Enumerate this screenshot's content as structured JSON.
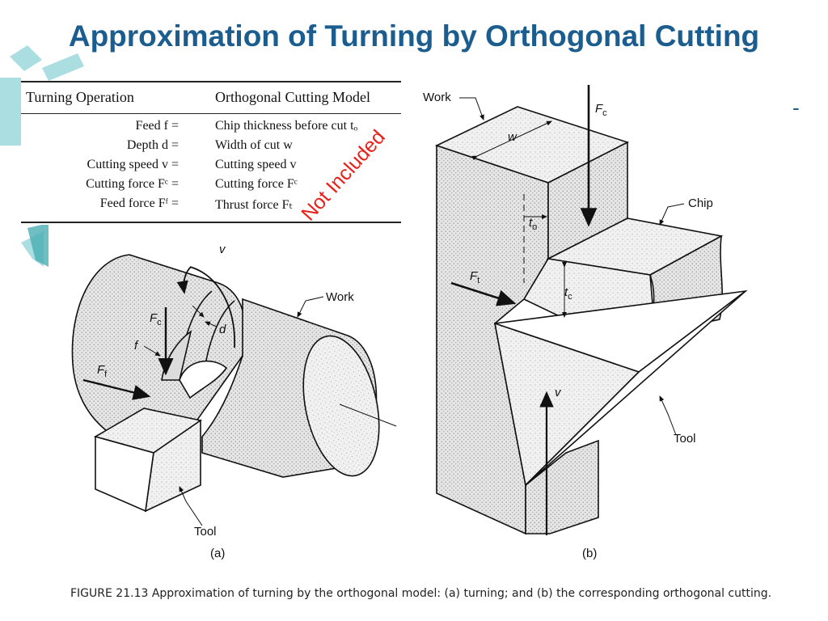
{
  "title": "Approximation of Turning by Orthogonal Cutting",
  "dash": "-",
  "table": {
    "col_left_header": "Turning Operation",
    "col_right_header": "Orthogonal Cutting Model",
    "rows": [
      {
        "left": "Feed f =",
        "right": "Chip thickness before cut tₒ"
      },
      {
        "left": "Depth d =",
        "right": "Width of cut w"
      },
      {
        "left": "Cutting speed v =",
        "right": "Cutting speed v"
      },
      {
        "left": "Cutting force Fᶜ =",
        "right": "Cutting force Fᶜ"
      },
      {
        "left": "Feed force Fᶠ =",
        "right": "Thrust force Fₜ"
      }
    ]
  },
  "figure_a": {
    "label_v": "v",
    "label_Fc": "F",
    "label_Fc_sub": "c",
    "label_d": "d",
    "label_f": "f",
    "label_Ff": "F",
    "label_Ff_sub": "f",
    "label_work": "Work",
    "label_tool": "Tool",
    "caption": "(a)"
  },
  "figure_b": {
    "label_work": "Work",
    "label_w": "w",
    "label_Fc": "F",
    "label_Fc_sub": "c",
    "label_chip": "Chip",
    "label_to": "t",
    "label_to_sub": "o",
    "label_Ft": "F",
    "label_Ft_sub": "t",
    "label_tc": "t",
    "label_tc_sub": "c",
    "label_v": "v",
    "label_tool": "Tool",
    "caption": "(b)"
  },
  "watermark": "Not Included",
  "figure_caption": "FIGURE 21.13    Approximation of turning by the orthogonal model: (a) turning; and (b) the corresponding orthogonal cutting.",
  "colors": {
    "title": "#1b5d8f",
    "deco": "#6cc3c9",
    "watermark": "#e8221a"
  }
}
